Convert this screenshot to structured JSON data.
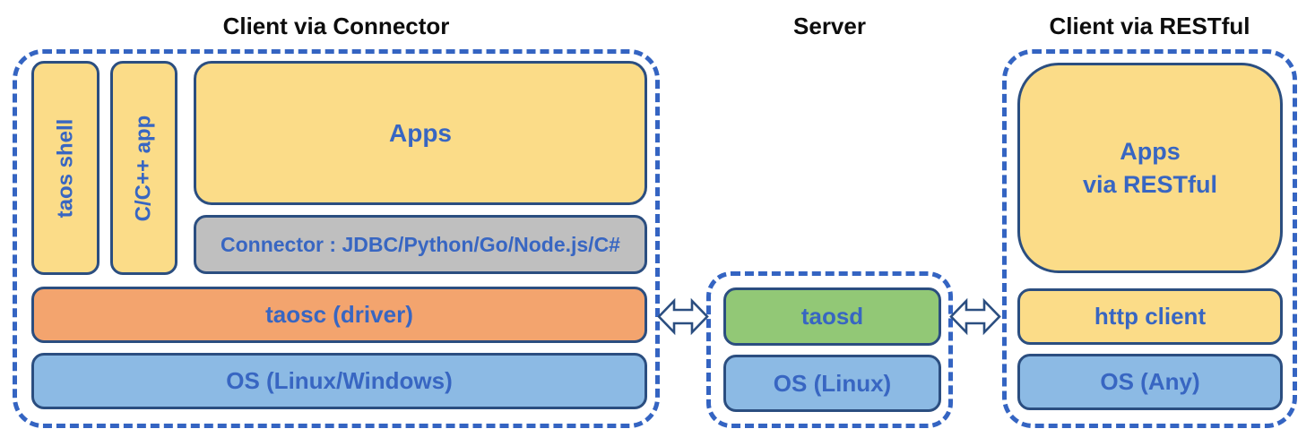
{
  "groups": [
    {
      "id": "client-connector",
      "title": "Client via Connector"
    },
    {
      "id": "server",
      "title": "Server"
    },
    {
      "id": "client-restful",
      "title": "Client via RESTful"
    }
  ],
  "boxes": {
    "taos_shell": "taos shell",
    "cpp_app": "C/C++ app",
    "apps": "Apps",
    "connector": "Connector : JDBC/Python/Go/Node.js/C#",
    "taosc": "taosc (driver)",
    "os_client": "OS (Linux/Windows)",
    "taosd": "taosd",
    "os_server": "OS (Linux)",
    "apps_restful_line1": "Apps",
    "apps_restful_line2": "via RESTful",
    "http_client": "http client",
    "os_any": "OS (Any)"
  },
  "icons": {
    "left_arrow": "bidirectional-double-arrow",
    "right_arrow": "bidirectional-double-arrow"
  },
  "colors": {
    "dash_blue": "#3464C2",
    "box_border": "#2B4E80",
    "text_blue": "#3866C2",
    "yellow": "#FBDC88",
    "gray": "#BFBFBF",
    "orange": "#F3A46E",
    "blue": "#8CBAE4",
    "green": "#92C876",
    "title_color": "#0D0D0D"
  }
}
